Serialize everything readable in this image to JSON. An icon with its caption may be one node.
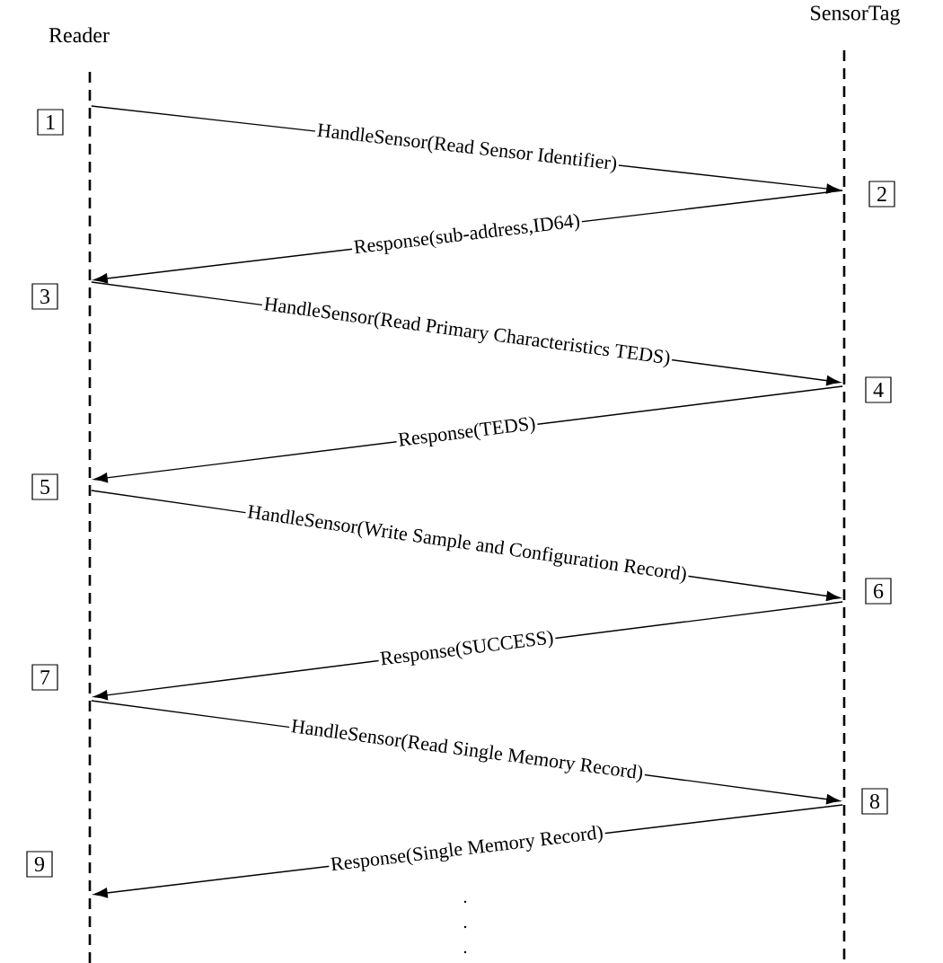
{
  "diagram": {
    "nodes": [
      {
        "text": [
          "Reader"
        ]
      },
      {
        "text": [
          "SensorTag"
        ]
      },
      {
        "text": [],
        "shape": "line"
      },
      {
        "text": [],
        "shape": "line"
      }
    ],
    "edges": [
      {
        "from": 2,
        "to": 3,
        "arrow": "to",
        "label": "HandleSensor(Read Sensor Identifier)"
      },
      {
        "from": 3,
        "to": 2,
        "arrow": "to",
        "label": "Response(sub-address,ID64)"
      },
      {
        "from": 2,
        "to": 3,
        "arrow": "to",
        "label": "HandleSensor(Read Primary Characteristics TEDS)"
      },
      {
        "from": 3,
        "to": 2,
        "arrow": "to",
        "label": "Response(TEDS)"
      },
      {
        "from": 2,
        "to": 3,
        "arrow": "to",
        "label": "HandleSensor(Write Sample and Configuration Record)"
      },
      {
        "from": 3,
        "to": 2,
        "arrow": "to",
        "label": "Response(SUCCESS)"
      },
      {
        "from": 2,
        "to": 3,
        "arrow": "to",
        "label": "HandleSensor(Read Single Memory Record)"
      },
      {
        "from": 3,
        "to": 2,
        "arrow": "to",
        "label": "Response(Single Memory Record)"
      }
    ],
    "labels": [
      "1",
      "2",
      "3",
      "4",
      "5",
      "6",
      "7",
      "8",
      "9"
    ]
  }
}
